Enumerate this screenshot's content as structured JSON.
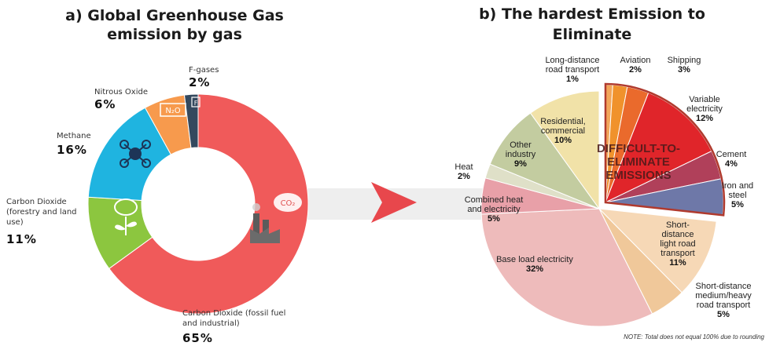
{
  "chart_data": [
    {
      "type": "pie",
      "style": "donut",
      "title_lines": [
        "a) Global Greenhouse Gas",
        "emission by gas"
      ],
      "slices": [
        {
          "name": "Carbon Dioxide (fossil fuel and industrial)",
          "label_lines": [
            "Carbon Dioxide (fossil fuel",
            "and industrial)"
          ],
          "value": 65,
          "value_label": "65%",
          "color": "#f05a5a"
        },
        {
          "name": "Carbon Dioxide (forestry and land use)",
          "label_lines": [
            "Carbon Dioxide",
            "(forestry and land",
            "use)"
          ],
          "value": 11,
          "value_label": "11%",
          "color": "#8cc63f"
        },
        {
          "name": "Methane",
          "label_lines": [
            "Methane"
          ],
          "value": 16,
          "value_label": "16%",
          "color": "#1fb4e0"
        },
        {
          "name": "Nitrous Oxide",
          "label_lines": [
            "Nitrous Oxide"
          ],
          "value": 6,
          "value_label": "6%",
          "color": "#f79a4d"
        },
        {
          "name": "F-gases",
          "label_lines": [
            "F-gases"
          ],
          "value": 2,
          "value_label": "2%",
          "color": "#34495e"
        }
      ],
      "icons": [
        "co2-cloud-factory-icon",
        "co2-plant-icon",
        "methane-molecule-icon",
        "n2o-label-icon",
        "f-gas-label-icon"
      ],
      "icon_text": {
        "co2": "CO₂",
        "n2o": "N₂O",
        "f": "F"
      }
    },
    {
      "type": "pie",
      "title_lines": [
        "b) The hardest Emission to",
        "Eliminate"
      ],
      "callout_lines": [
        "DIFFICULT-TO-",
        "ELIMINATE",
        "EMISSIONS"
      ],
      "note": "NOTE: Total does not equal 100% due to rounding",
      "slices": [
        {
          "name": "Long-distance road transport",
          "label_lines": [
            "Long-distance",
            "road transport"
          ],
          "value": 1,
          "value_label": "1%",
          "color": "#f2a65a",
          "difficult": true
        },
        {
          "name": "Aviation",
          "label_lines": [
            "Aviation"
          ],
          "value": 2,
          "value_label": "2%",
          "color": "#f0922c",
          "difficult": true
        },
        {
          "name": "Shipping",
          "label_lines": [
            "Shipping"
          ],
          "value": 3,
          "value_label": "3%",
          "color": "#ea6a2c",
          "difficult": true
        },
        {
          "name": "Variable electricity",
          "label_lines": [
            "Variable",
            "electricity"
          ],
          "value": 12,
          "value_label": "12%",
          "color": "#e0252a",
          "difficult": true
        },
        {
          "name": "Cement",
          "label_lines": [
            "Cement"
          ],
          "value": 4,
          "value_label": "4%",
          "color": "#b0405a",
          "difficult": true
        },
        {
          "name": "Iron and steel",
          "label_lines": [
            "Iron and",
            "steel"
          ],
          "value": 5,
          "value_label": "5%",
          "color": "#6e78a8",
          "difficult": true
        },
        {
          "name": "Short-distance light road transport",
          "label_lines": [
            "Short-",
            "distance",
            "light road",
            "transport"
          ],
          "value": 11,
          "value_label": "11%",
          "color": "#f6d8b6",
          "difficult": false
        },
        {
          "name": "Short-distance medium/heavy road transport",
          "label_lines": [
            "Short-distance",
            "medium/heavy",
            "road transport"
          ],
          "value": 5,
          "value_label": "5%",
          "color": "#f0c89a",
          "difficult": false
        },
        {
          "name": "Base load electricity",
          "label_lines": [
            "Base load electricity"
          ],
          "value": 32,
          "value_label": "32%",
          "color": "#eebbbb",
          "difficult": false
        },
        {
          "name": "Combined heat and electricity",
          "label_lines": [
            "Combined heat",
            "and electricity"
          ],
          "value": 5,
          "value_label": "5%",
          "color": "#e8a0a8",
          "difficult": false
        },
        {
          "name": "Heat",
          "label_lines": [
            "Heat"
          ],
          "value": 2,
          "value_label": "2%",
          "color": "#dfe0c8",
          "difficult": false
        },
        {
          "name": "Other industry",
          "label_lines": [
            "Other",
            "industry"
          ],
          "value": 9,
          "value_label": "9%",
          "color": "#c3cca0",
          "difficult": false
        },
        {
          "name": "Residential, commercial",
          "label_lines": [
            "Residential,",
            "commercial"
          ],
          "value": 10,
          "value_label": "10%",
          "color": "#f1e2a8",
          "difficult": false
        }
      ]
    }
  ],
  "colors": {
    "arrow": "#e8474c",
    "band": "#eeeeee",
    "outline": "#b03a2e"
  }
}
